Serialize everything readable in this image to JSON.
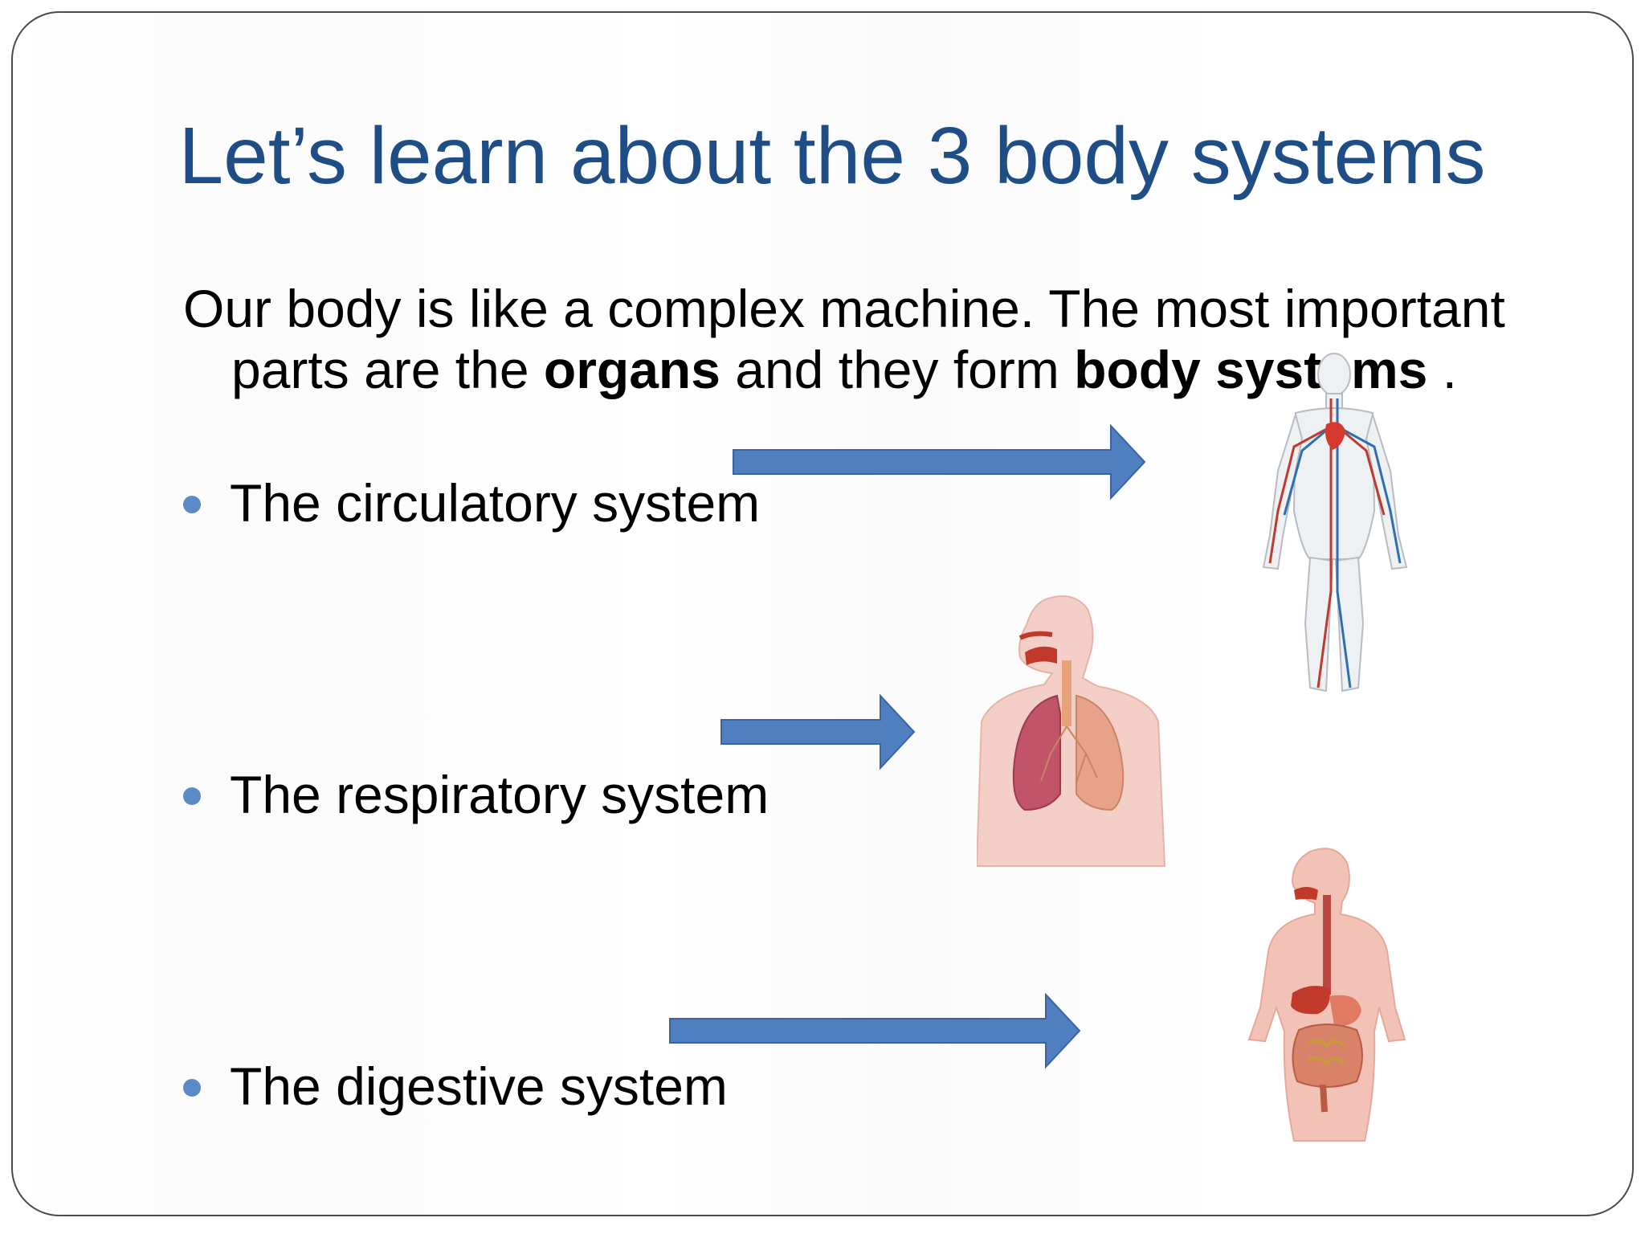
{
  "slide": {
    "title": "Let’s learn about the 3 body systems",
    "intro": {
      "part1": "Our body is like a complex machine. The most important parts are the ",
      "bold1": "organs",
      "part2": " and they form ",
      "bold2": "body systems",
      "part3": " ."
    },
    "bullets": [
      "The circulatory system",
      "The respiratory system",
      "The digestive system"
    ],
    "colors": {
      "title": "#1f4e87",
      "bullet_dot": "#5b8ac6",
      "arrow_fill": "#4f7fc0",
      "arrow_stroke": "#3a64a0"
    },
    "figures": [
      "circulatory-system-figure",
      "respiratory-system-figure",
      "digestive-system-figure"
    ]
  }
}
